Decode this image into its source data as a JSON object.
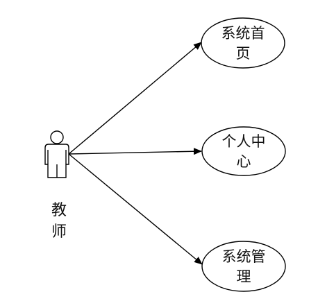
{
  "actor": {
    "name_line1": "教",
    "name_line2": "师"
  },
  "use_cases": [
    {
      "line1": "系统首",
      "line2": "页"
    },
    {
      "line1": "个人中",
      "line2": "心"
    },
    {
      "line1": "系统管",
      "line2": "理"
    }
  ],
  "colors": {
    "stroke": "#000000",
    "text": "#111111",
    "background": "#ffffff"
  }
}
